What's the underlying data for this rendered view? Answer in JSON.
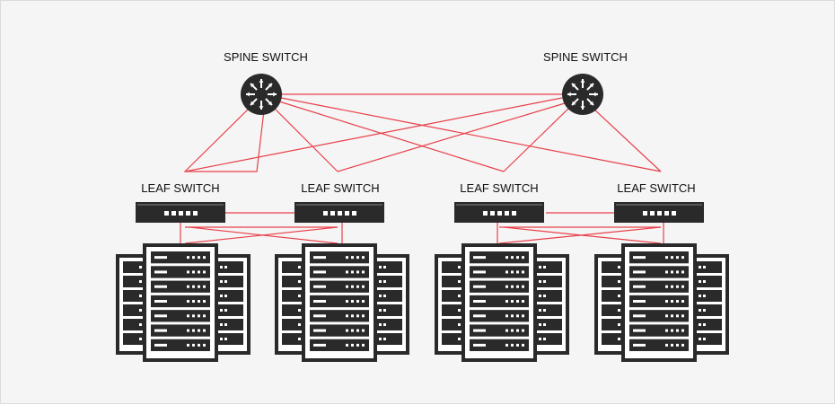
{
  "diagram": {
    "spines": [
      {
        "label": "SPINE SWITCH"
      },
      {
        "label": "SPINE SWITCH"
      }
    ],
    "leaves": [
      {
        "label": "LEAF SWITCH"
      },
      {
        "label": "LEAF SWITCH"
      },
      {
        "label": "LEAF SWITCH"
      },
      {
        "label": "LEAF SWITCH"
      }
    ],
    "colors": {
      "link": "#e8404a",
      "device": "#2a2a2a",
      "background": "#f5f5f5"
    }
  }
}
